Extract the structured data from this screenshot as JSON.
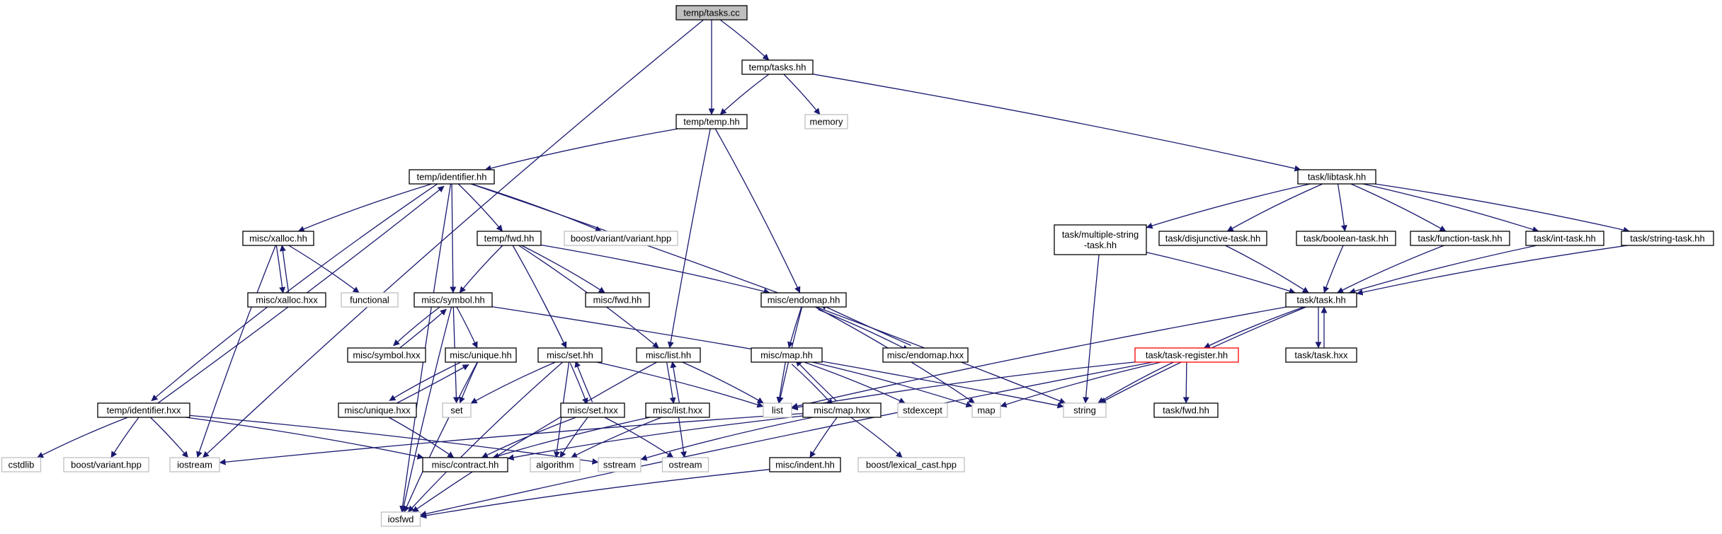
{
  "graph": {
    "nodes": [
      {
        "id": "tasks_cc",
        "label": "temp/tasks.cc",
        "style": "root"
      },
      {
        "id": "tasks_hh",
        "label": "temp/tasks.hh",
        "style": "normal"
      },
      {
        "id": "memory",
        "label": "memory",
        "style": "external"
      },
      {
        "id": "temp_hh",
        "label": "temp/temp.hh",
        "style": "normal"
      },
      {
        "id": "libtask",
        "label": "task/libtask.hh",
        "style": "normal"
      },
      {
        "id": "ident_hh",
        "label": "temp/identifier.hh",
        "style": "normal"
      },
      {
        "id": "xalloc_hh",
        "label": "misc/xalloc.hh",
        "style": "normal"
      },
      {
        "id": "fwd_temp",
        "label": "temp/fwd.hh",
        "style": "normal"
      },
      {
        "id": "boost_variant_variant",
        "label": "boost/variant/variant.hpp",
        "style": "external"
      },
      {
        "id": "multi_str",
        "label": [
          "task/multiple-string",
          "-task.hh"
        ],
        "style": "normal"
      },
      {
        "id": "disj",
        "label": "task/disjunctive-task.hh",
        "style": "normal"
      },
      {
        "id": "bool_task",
        "label": "task/boolean-task.hh",
        "style": "normal"
      },
      {
        "id": "func_task",
        "label": "task/function-task.hh",
        "style": "normal"
      },
      {
        "id": "int_task",
        "label": "task/int-task.hh",
        "style": "normal"
      },
      {
        "id": "str_task",
        "label": "task/string-task.hh",
        "style": "normal"
      },
      {
        "id": "xalloc_hxx",
        "label": "misc/xalloc.hxx",
        "style": "normal"
      },
      {
        "id": "functional",
        "label": "functional",
        "style": "external"
      },
      {
        "id": "symbol_hh",
        "label": "misc/symbol.hh",
        "style": "normal"
      },
      {
        "id": "misc_fwd",
        "label": "misc/fwd.hh",
        "style": "normal"
      },
      {
        "id": "endomap_hh",
        "label": "misc/endomap.hh",
        "style": "normal"
      },
      {
        "id": "task_hh",
        "label": "task/task.hh",
        "style": "normal"
      },
      {
        "id": "symbol_hxx",
        "label": "misc/symbol.hxx",
        "style": "normal"
      },
      {
        "id": "unique_hh",
        "label": "misc/unique.hh",
        "style": "normal"
      },
      {
        "id": "set_hh",
        "label": "misc/set.hh",
        "style": "normal"
      },
      {
        "id": "list_hh",
        "label": "misc/list.hh",
        "style": "normal"
      },
      {
        "id": "map_hh",
        "label": "misc/map.hh",
        "style": "normal"
      },
      {
        "id": "endomap_hxx",
        "label": "misc/endomap.hxx",
        "style": "normal"
      },
      {
        "id": "task_reg",
        "label": "task/task-register.hh",
        "style": "highlight"
      },
      {
        "id": "task_hxx",
        "label": "task/task.hxx",
        "style": "normal"
      },
      {
        "id": "ident_hxx",
        "label": "temp/identifier.hxx",
        "style": "normal"
      },
      {
        "id": "unique_hxx",
        "label": "misc/unique.hxx",
        "style": "normal"
      },
      {
        "id": "set_std",
        "label": "set",
        "style": "external"
      },
      {
        "id": "set_hxx",
        "label": "misc/set.hxx",
        "style": "normal"
      },
      {
        "id": "list_hxx",
        "label": "misc/list.hxx",
        "style": "normal"
      },
      {
        "id": "list_std",
        "label": "list",
        "style": "external"
      },
      {
        "id": "map_hxx",
        "label": "misc/map.hxx",
        "style": "normal"
      },
      {
        "id": "stdexcept",
        "label": "stdexcept",
        "style": "external"
      },
      {
        "id": "map_std",
        "label": "map",
        "style": "external"
      },
      {
        "id": "string_std",
        "label": "string",
        "style": "external"
      },
      {
        "id": "task_fwd",
        "label": "task/fwd.hh",
        "style": "normal"
      },
      {
        "id": "cstdlib",
        "label": "cstdlib",
        "style": "external"
      },
      {
        "id": "boost_variant",
        "label": "boost/variant.hpp",
        "style": "external"
      },
      {
        "id": "iostream",
        "label": "iostream",
        "style": "external"
      },
      {
        "id": "contract",
        "label": "misc/contract.hh",
        "style": "normal"
      },
      {
        "id": "algorithm",
        "label": "algorithm",
        "style": "external"
      },
      {
        "id": "sstream",
        "label": "sstream",
        "style": "external"
      },
      {
        "id": "ostream",
        "label": "ostream",
        "style": "external"
      },
      {
        "id": "indent_hh",
        "label": "misc/indent.hh",
        "style": "normal"
      },
      {
        "id": "lexical_cast",
        "label": "boost/lexical_cast.hpp",
        "style": "external"
      },
      {
        "id": "iosfwd",
        "label": "iosfwd",
        "style": "external"
      }
    ],
    "edges": [
      [
        "tasks_cc",
        "tasks_hh"
      ],
      [
        "tasks_cc",
        "temp_hh"
      ],
      [
        "tasks_cc",
        "iostream"
      ],
      [
        "tasks_hh",
        "temp_hh"
      ],
      [
        "tasks_hh",
        "memory"
      ],
      [
        "tasks_hh",
        "libtask"
      ],
      [
        "temp_hh",
        "ident_hh"
      ],
      [
        "temp_hh",
        "endomap_hh"
      ],
      [
        "temp_hh",
        "list_hh"
      ],
      [
        "ident_hh",
        "xalloc_hh"
      ],
      [
        "ident_hh",
        "fwd_temp"
      ],
      [
        "ident_hh",
        "boost_variant_variant"
      ],
      [
        "ident_hh",
        "symbol_hh"
      ],
      [
        "ident_hh",
        "string_std"
      ],
      [
        "ident_hh",
        "ident_hxx"
      ],
      [
        "ident_hh",
        "iosfwd"
      ],
      [
        "xalloc_hh",
        "xalloc_hxx"
      ],
      [
        "xalloc_hh",
        "functional"
      ],
      [
        "xalloc_hh",
        "iostream"
      ],
      [
        "xalloc_hxx",
        "xalloc_hh"
      ],
      [
        "fwd_temp",
        "symbol_hh"
      ],
      [
        "fwd_temp",
        "misc_fwd"
      ],
      [
        "fwd_temp",
        "endomap_hh"
      ],
      [
        "fwd_temp",
        "set_hh"
      ],
      [
        "fwd_temp",
        "list_hh"
      ],
      [
        "libtask",
        "multi_str"
      ],
      [
        "libtask",
        "disj"
      ],
      [
        "libtask",
        "bool_task"
      ],
      [
        "libtask",
        "func_task"
      ],
      [
        "libtask",
        "int_task"
      ],
      [
        "libtask",
        "str_task"
      ],
      [
        "multi_str",
        "task_hh"
      ],
      [
        "multi_str",
        "string_std"
      ],
      [
        "disj",
        "task_hh"
      ],
      [
        "bool_task",
        "task_hh"
      ],
      [
        "func_task",
        "task_hh"
      ],
      [
        "int_task",
        "task_hh"
      ],
      [
        "str_task",
        "task_hh"
      ],
      [
        "task_hh",
        "task_reg"
      ],
      [
        "task_hh",
        "task_hxx"
      ],
      [
        "task_hh",
        "list_std"
      ],
      [
        "task_hh",
        "string_std"
      ],
      [
        "task_hxx",
        "task_hh"
      ],
      [
        "task_reg",
        "list_std"
      ],
      [
        "task_reg",
        "map_std"
      ],
      [
        "task_reg",
        "string_std"
      ],
      [
        "task_reg",
        "task_fwd"
      ],
      [
        "task_reg",
        "iosfwd"
      ],
      [
        "symbol_hh",
        "symbol_hxx"
      ],
      [
        "symbol_hh",
        "unique_hh"
      ],
      [
        "symbol_hh",
        "set_std"
      ],
      [
        "symbol_hh",
        "string_std"
      ],
      [
        "symbol_hh",
        "iosfwd"
      ],
      [
        "symbol_hxx",
        "symbol_hh"
      ],
      [
        "unique_hh",
        "unique_hxx"
      ],
      [
        "unique_hh",
        "set_std"
      ],
      [
        "unique_hh",
        "iosfwd"
      ],
      [
        "unique_hxx",
        "unique_hh"
      ],
      [
        "unique_hxx",
        "contract"
      ],
      [
        "endomap_hh",
        "map_hh"
      ],
      [
        "endomap_hh",
        "endomap_hxx"
      ],
      [
        "endomap_hh",
        "list_std"
      ],
      [
        "endomap_hh",
        "map_std"
      ],
      [
        "endomap_hxx",
        "endomap_hh"
      ],
      [
        "set_hh",
        "set_hxx"
      ],
      [
        "set_hh",
        "set_std"
      ],
      [
        "set_hh",
        "algorithm"
      ],
      [
        "set_hh",
        "iosfwd"
      ],
      [
        "set_hh",
        "list_std"
      ],
      [
        "set_hxx",
        "set_hh"
      ],
      [
        "set_hxx",
        "contract"
      ],
      [
        "set_hxx",
        "algorithm"
      ],
      [
        "set_hxx",
        "ostream"
      ],
      [
        "list_hh",
        "list_hxx"
      ],
      [
        "list_hh",
        "list_std"
      ],
      [
        "list_hh",
        "iosfwd"
      ],
      [
        "list_hxx",
        "list_hh"
      ],
      [
        "list_hxx",
        "contract"
      ],
      [
        "list_hxx",
        "ostream"
      ],
      [
        "list_hxx",
        "algorithm"
      ],
      [
        "map_hh",
        "map_hxx"
      ],
      [
        "map_hh",
        "list_std"
      ],
      [
        "map_hh",
        "stdexcept"
      ],
      [
        "map_hh",
        "map_std"
      ],
      [
        "map_hxx",
        "map_hh"
      ],
      [
        "map_hxx",
        "iostream"
      ],
      [
        "map_hxx",
        "sstream"
      ],
      [
        "map_hxx",
        "contract"
      ],
      [
        "map_hxx",
        "indent_hh"
      ],
      [
        "map_hxx",
        "lexical_cast"
      ],
      [
        "indent_hh",
        "iosfwd"
      ],
      [
        "ident_hxx",
        "ident_hh"
      ],
      [
        "ident_hxx",
        "cstdlib"
      ],
      [
        "ident_hxx",
        "boost_variant"
      ],
      [
        "ident_hxx",
        "iostream"
      ],
      [
        "ident_hxx",
        "contract"
      ],
      [
        "ident_hxx",
        "sstream"
      ]
    ]
  },
  "colors": {
    "edge": "#191970",
    "node_border": "#000000",
    "external_border": "#bfbfbf",
    "highlight_border": "#ff0000",
    "root_fill": "#bfbfbf",
    "node_fill": "#ffffff"
  }
}
